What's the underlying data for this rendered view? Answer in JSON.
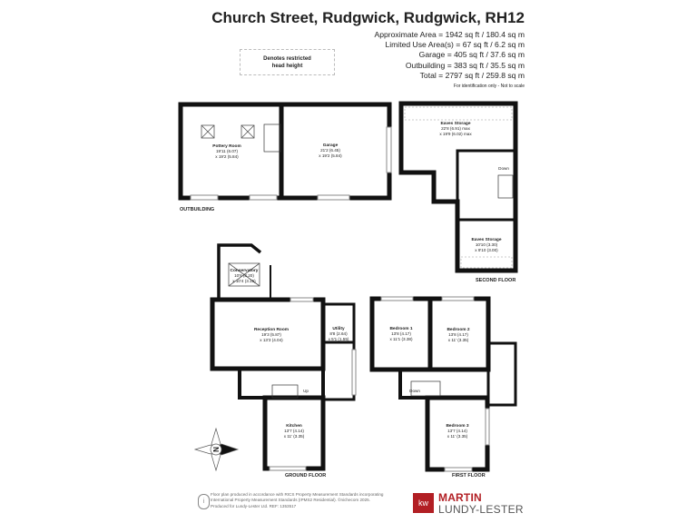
{
  "header": {
    "title": "Church Street, Rudgwick, Rudgwick, RH12",
    "areas": [
      "Approximate Area = 1942 sq ft / 180.4 sq m",
      "Limited Use Area(s) = 67 sq ft / 6.2 sq m",
      "Garage = 405 sq ft / 37.6 sq m",
      "Outbuilding = 383 sq ft / 35.5 sq m",
      "Total = 2797 sq ft / 259.8 sq m"
    ],
    "note": "For identification only - Not to scale"
  },
  "legend": {
    "line1": "Denotes restricted",
    "line2": "head height"
  },
  "floors": {
    "outbuilding": {
      "label": "OUTBUILDING",
      "rooms": [
        {
          "name": "Pottery Room",
          "dim1": "19'11 (6.07)",
          "dim2": "x 19'2 (5.84)"
        },
        {
          "name": "Garage",
          "dim1": "21'2 (6.45)",
          "dim2": "x 19'2 (5.84)"
        }
      ]
    },
    "second": {
      "label": "SECOND FLOOR",
      "stairs": "Down",
      "rooms": [
        {
          "name": "Eaves Storage",
          "dim1": "22'8 (6.91) max",
          "dim2": "x 19'9 (6.02) max"
        },
        {
          "name": "Eaves Storage",
          "dim1": "10'10 (3.30)",
          "dim2": "x 9'10 (3.00)"
        }
      ]
    },
    "ground": {
      "label": "GROUND FLOOR",
      "stairs": "Up",
      "rooms": [
        {
          "name": "Conservatory",
          "dim1": "10'6 (3.20)",
          "dim2": "x 10'4 (3.15)"
        },
        {
          "name": "Reception Room",
          "dim1": "19'3 (5.87)",
          "dim2": "x 13'3 (4.04)"
        },
        {
          "name": "Utility",
          "dim1": "8'8 (2.64)",
          "dim2": "x 5'1 (1.55)"
        },
        {
          "name": "Kitchen",
          "dim1": "13'7 (4.14)",
          "dim2": "x 11' (3.35)"
        }
      ]
    },
    "first": {
      "label": "FIRST FLOOR",
      "stairs": "Down",
      "rooms": [
        {
          "name": "Bedroom 1",
          "dim1": "13'8 (4.17)",
          "dim2": "x 11'1 (3.38)"
        },
        {
          "name": "Bedroom 2",
          "dim1": "13'8 (4.17)",
          "dim2": "x 11' (3.35)"
        },
        {
          "name": "Bedroom 3",
          "dim1": "13'7 (4.14)",
          "dim2": "x 11' (3.35)"
        }
      ]
    }
  },
  "compass": {
    "letter": "N"
  },
  "footer": {
    "info_icon": "i",
    "line1": "Floor plan produced in accordance with RICS Property Measurement Standards incorporating",
    "line2": "International Property Measurement Standards (IPMS2 Residential).  ©nichecom 2025.",
    "line3": "Produced for Lundy-Lester Ltd.   REF: 1353517"
  },
  "brand": {
    "logo": "kw",
    "line1": "MARTIN",
    "line2": "LUNDY-LESTER",
    "color": "#b21f24"
  }
}
